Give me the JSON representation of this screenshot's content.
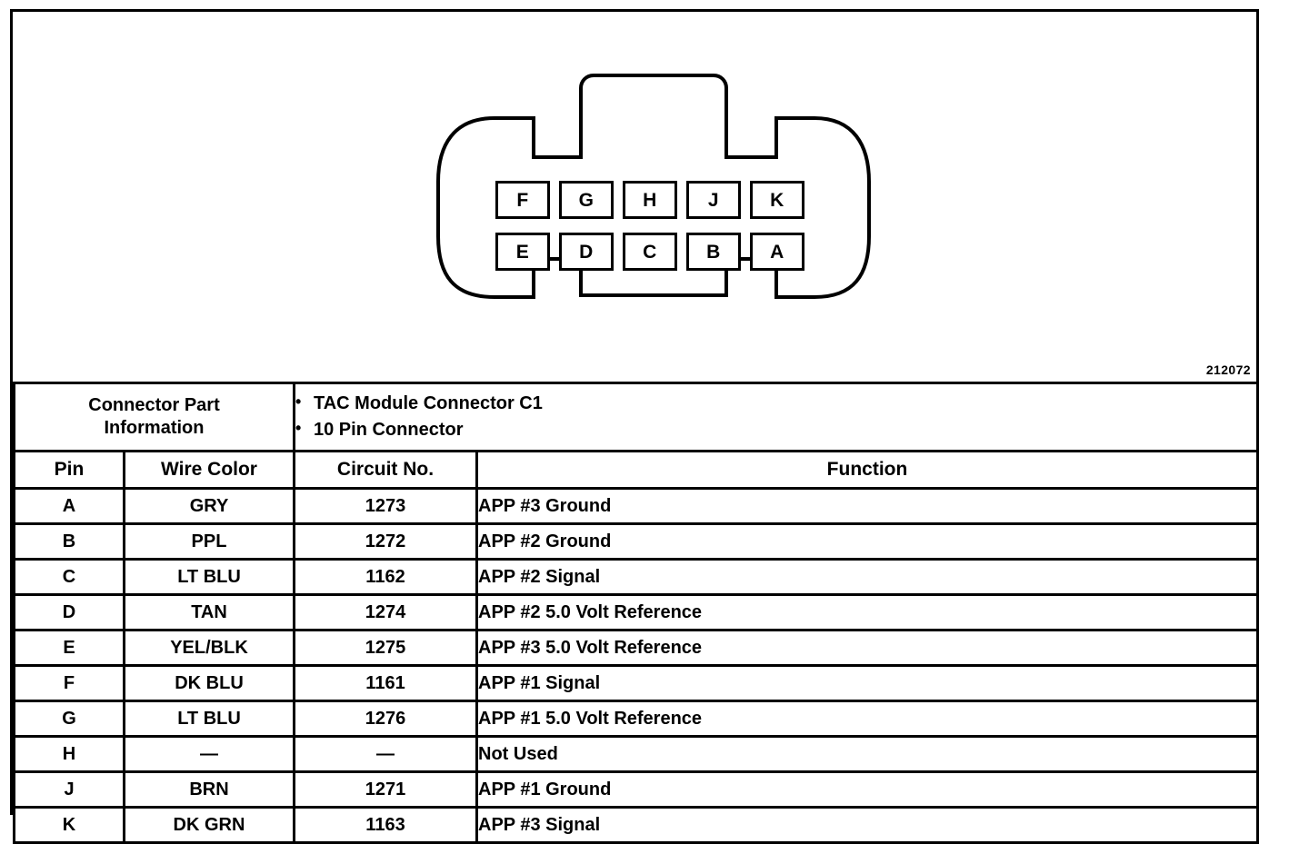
{
  "figure": {
    "number": "212072",
    "connector": {
      "pin_rows": [
        [
          "F",
          "G",
          "H",
          "J",
          "K"
        ],
        [
          "E",
          "D",
          "C",
          "B",
          "A"
        ]
      ]
    }
  },
  "table": {
    "info": {
      "label_line1": "Connector Part",
      "label_line2": "Information",
      "bullets": [
        "TAC Module Connector C1",
        "10 Pin Connector"
      ]
    },
    "headers": {
      "pin": "Pin",
      "wire_color": "Wire Color",
      "circuit_no": "Circuit No.",
      "function": "Function"
    },
    "rows": [
      {
        "pin": "A",
        "wire_color": "GRY",
        "circuit_no": "1273",
        "function": "APP #3 Ground"
      },
      {
        "pin": "B",
        "wire_color": "PPL",
        "circuit_no": "1272",
        "function": "APP #2 Ground"
      },
      {
        "pin": "C",
        "wire_color": "LT BLU",
        "circuit_no": "1162",
        "function": "APP #2 Signal"
      },
      {
        "pin": "D",
        "wire_color": "TAN",
        "circuit_no": "1274",
        "function": "APP #2 5.0 Volt Reference"
      },
      {
        "pin": "E",
        "wire_color": "YEL/BLK",
        "circuit_no": "1275",
        "function": "APP #3 5.0 Volt Reference"
      },
      {
        "pin": "F",
        "wire_color": "DK BLU",
        "circuit_no": "1161",
        "function": "APP #1 Signal"
      },
      {
        "pin": "G",
        "wire_color": "LT BLU",
        "circuit_no": "1276",
        "function": "APP #1 5.0 Volt Reference"
      },
      {
        "pin": "H",
        "wire_color": "—",
        "circuit_no": "—",
        "function": "Not Used"
      },
      {
        "pin": "J",
        "wire_color": "BRN",
        "circuit_no": "1271",
        "function": "APP #1 Ground"
      },
      {
        "pin": "K",
        "wire_color": "DK GRN",
        "circuit_no": "1163",
        "function": "APP #3 Signal"
      }
    ]
  },
  "colors": {
    "ink": "#000000",
    "paper": "#ffffff"
  }
}
